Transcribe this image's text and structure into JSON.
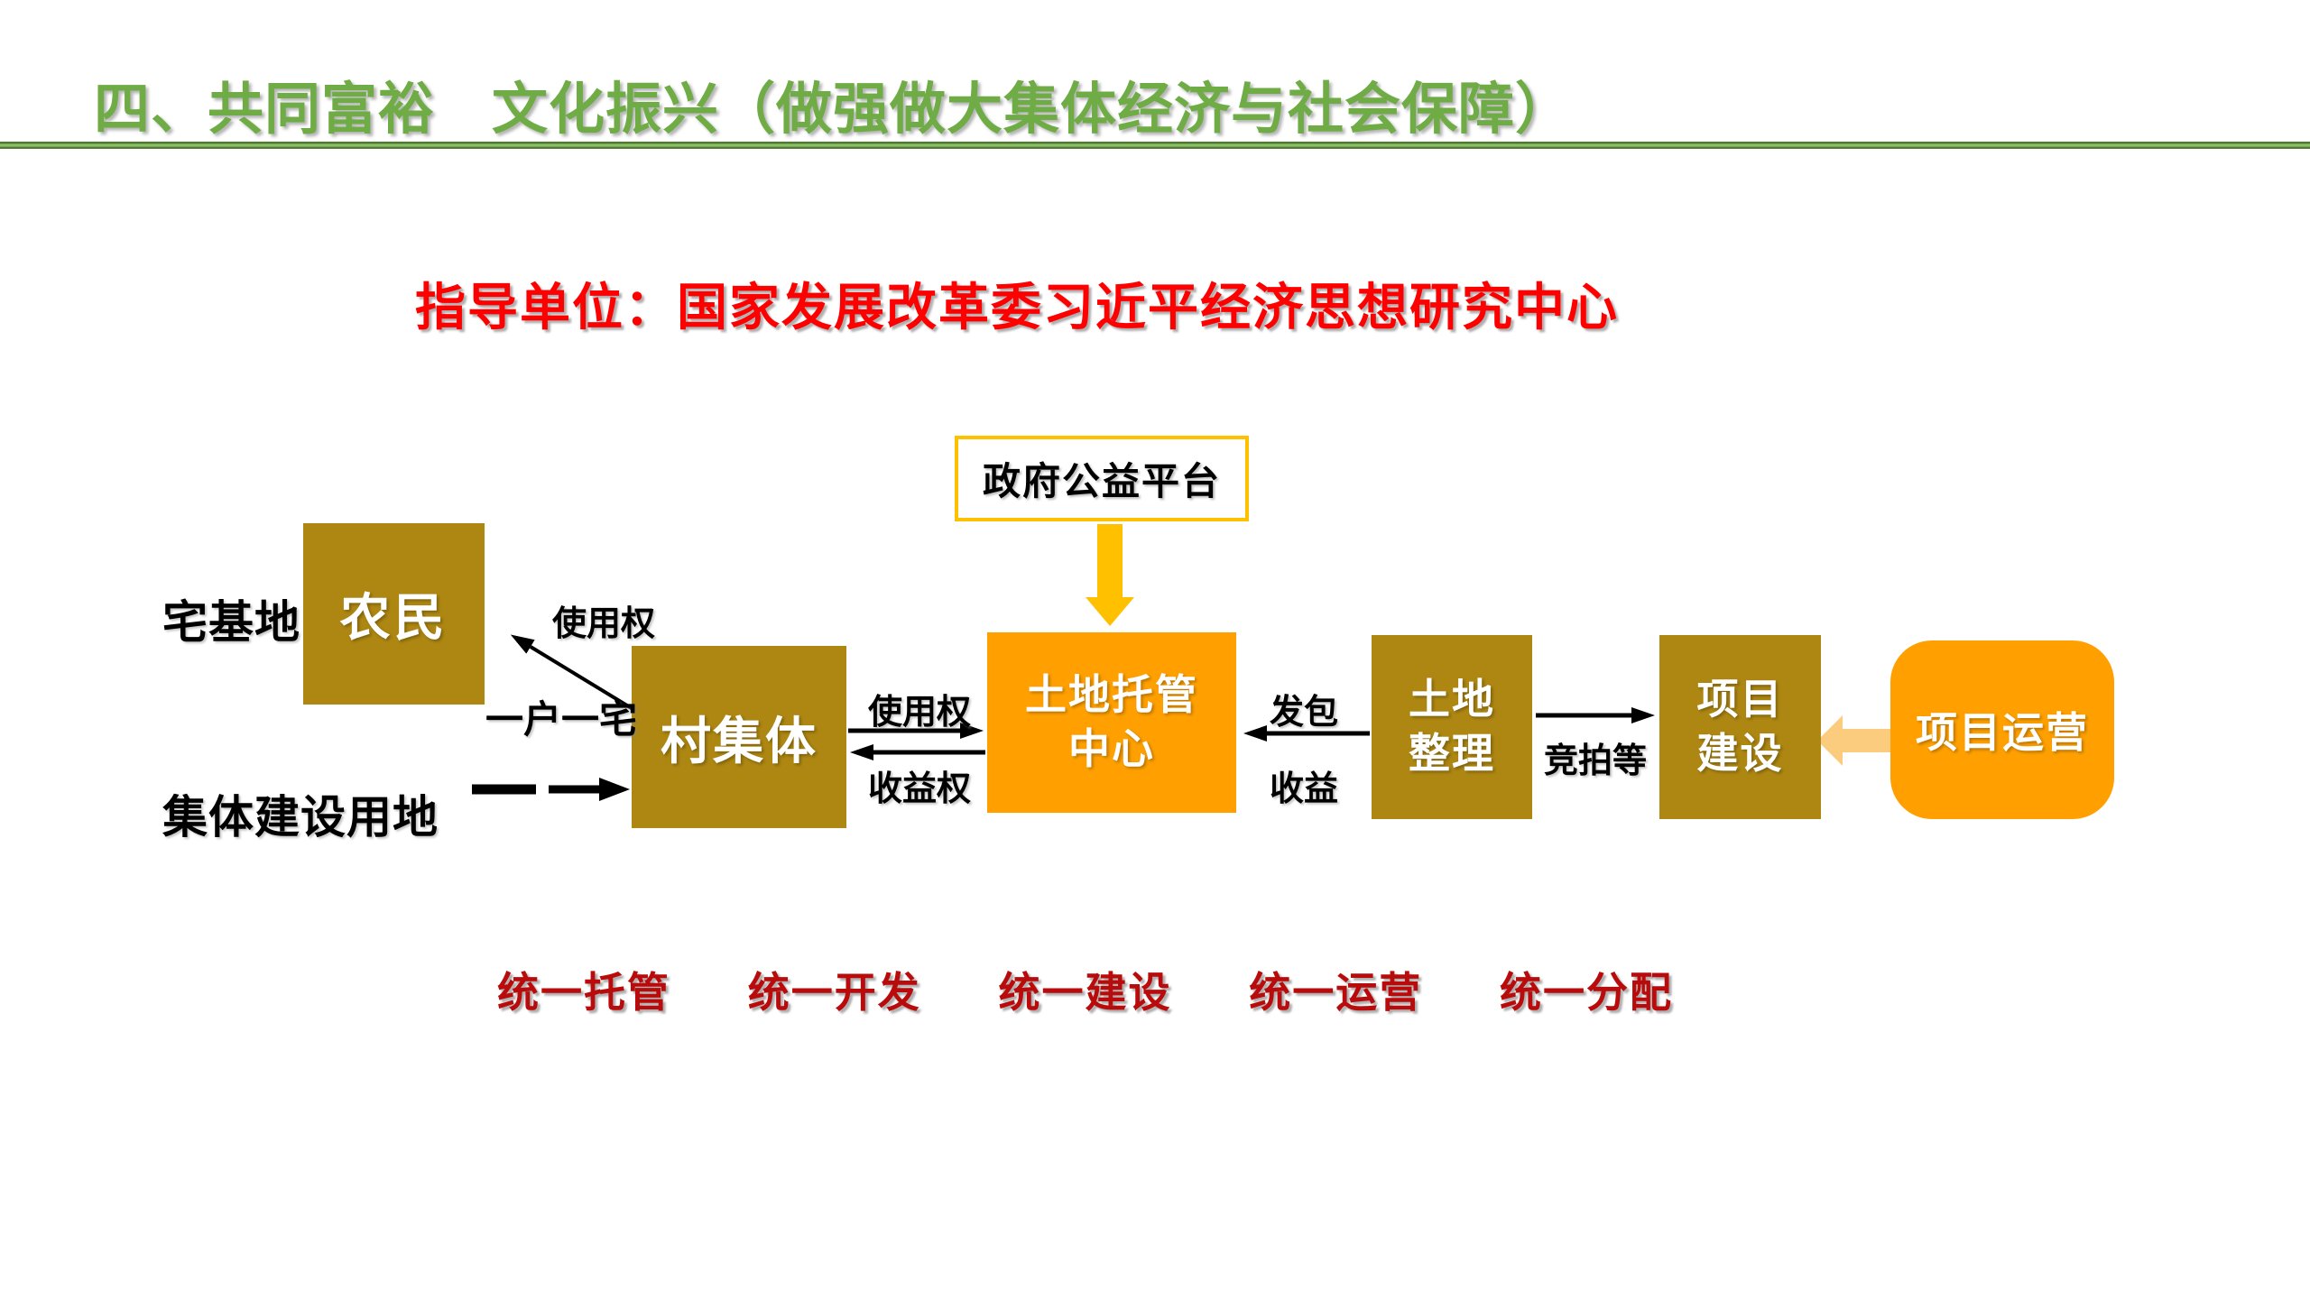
{
  "slide": {
    "title": "四、共同富裕　文化振兴（做强做大集体经济与社会保障）",
    "subtitle": "指导单位：国家发展改革委习近平经济思想研究中心"
  },
  "diagram": {
    "gov_platform_label": "政府公益平台",
    "homestead_label": "宅基地",
    "farmer_label": "农民",
    "usage_right_upper_label": "使用权",
    "one_household_one_home_label": "一户一宅",
    "collective_construction_land_label": "集体建设用地",
    "village_collective_label": "村集体",
    "usage_right_label": "使用权",
    "income_right_label": "收益权",
    "land_trust_center_line1": "土地托管",
    "land_trust_center_line2": "中心",
    "contract_award_label": "发包",
    "income_label": "收益",
    "land_consolidation_line1": "土地",
    "land_consolidation_line2": "整理",
    "auction_label": "竞拍等",
    "project_construction_line1": "项目",
    "project_construction_line2": "建设",
    "project_operation_label": "项目运营"
  },
  "footer_slogans": [
    "统一托管",
    "统一开发",
    "统一建设",
    "统一运营",
    "统一分配"
  ],
  "colors": {
    "title_green": "#6FAC46",
    "divider_green": "#4F7A2F",
    "subtitle_red": "#FE0000",
    "slogan_red": "#B90B0B",
    "dark_gold": "#AE8712",
    "orange": "#FFA000",
    "gold_accent": "#FFC000",
    "light_orange_arrow": "#FBCB7E"
  }
}
